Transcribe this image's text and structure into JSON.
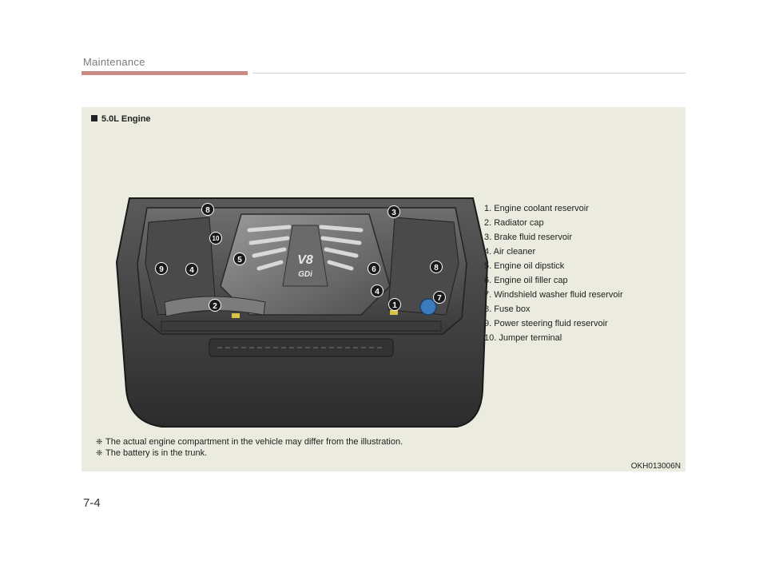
{
  "header": {
    "section": "Maintenance"
  },
  "figure": {
    "title": "5.0L Engine",
    "parts": [
      "1. Engine coolant reservoir",
      "2. Radiator cap",
      "3. Brake fluid reservoir",
      "4. Air cleaner",
      "5. Engine oil dipstick",
      "6. Engine oil filler cap",
      "7. Windshield washer fluid reservoir",
      "8. Fuse box",
      "9. Power steering fluid reservoir",
      "10. Jumper terminal"
    ],
    "notes": [
      "The actual engine compartment in the vehicle may differ from the illustration.",
      "The battery is in the trunk."
    ],
    "note_mark": "❈",
    "image_code": "OKH013006N",
    "engine_badge": {
      "line1": "V8",
      "line2": "GDi"
    },
    "callouts": [
      "8",
      "3",
      "10",
      "5",
      "9",
      "4",
      "6",
      "8",
      "4",
      "7",
      "2",
      "1"
    ]
  },
  "footer": {
    "page_number": "7-4"
  },
  "colors": {
    "accent_rule": "#c98a86",
    "panel_bg": "#ebebdf",
    "callout_bg": "#1a1a1a"
  }
}
